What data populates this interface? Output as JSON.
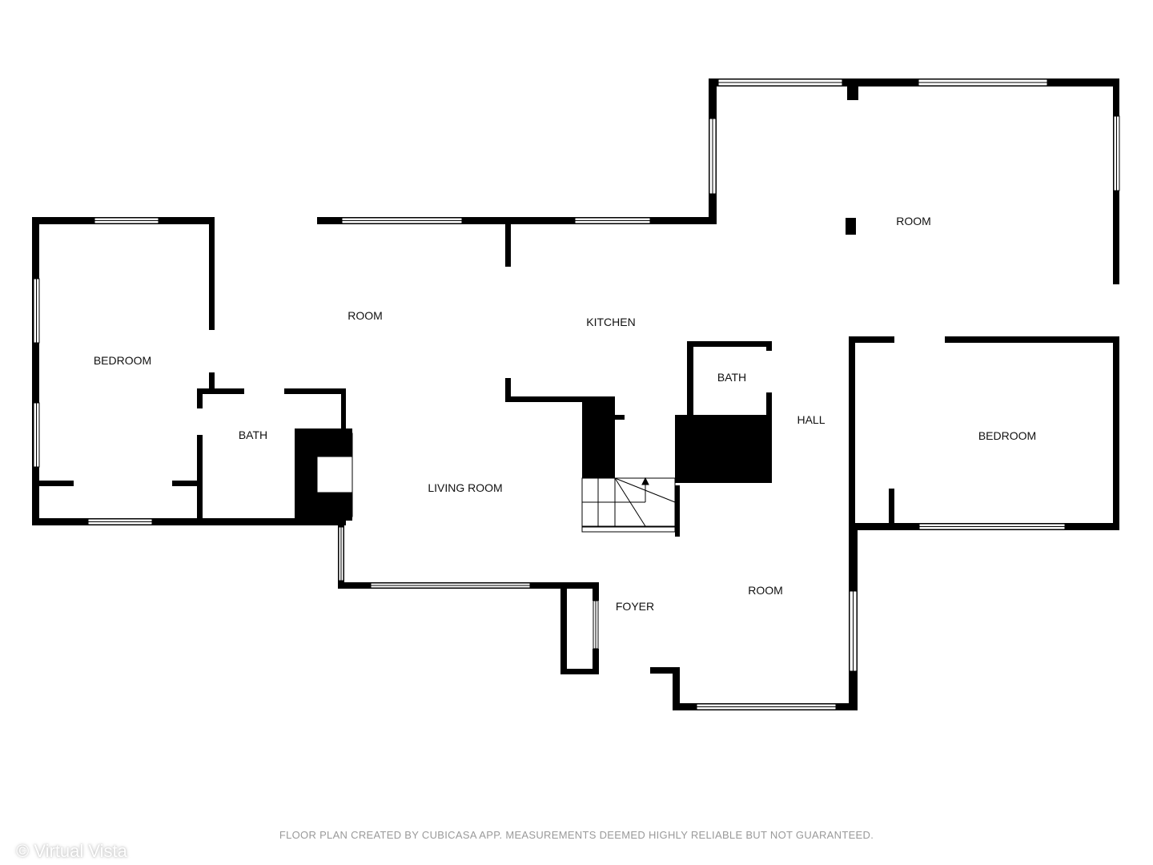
{
  "rooms": {
    "bedroom_left": "BEDROOM",
    "room_left": "ROOM",
    "bath_left": "BATH",
    "kitchen": "KITCHEN",
    "room_upper_right": "ROOM",
    "bath_center": "BATH",
    "hall": "HALL",
    "bedroom_right": "BEDROOM",
    "living_room": "LIVING ROOM",
    "foyer": "FOYER",
    "room_lower": "ROOM"
  },
  "footer": "FLOOR PLAN CREATED BY CUBICASA APP. MEASUREMENTS DEEMED HIGHLY RELIABLE BUT NOT GUARANTEED.",
  "watermark": "© Virtual Vista",
  "colors": {
    "wall": "#000000",
    "background": "#ffffff"
  }
}
